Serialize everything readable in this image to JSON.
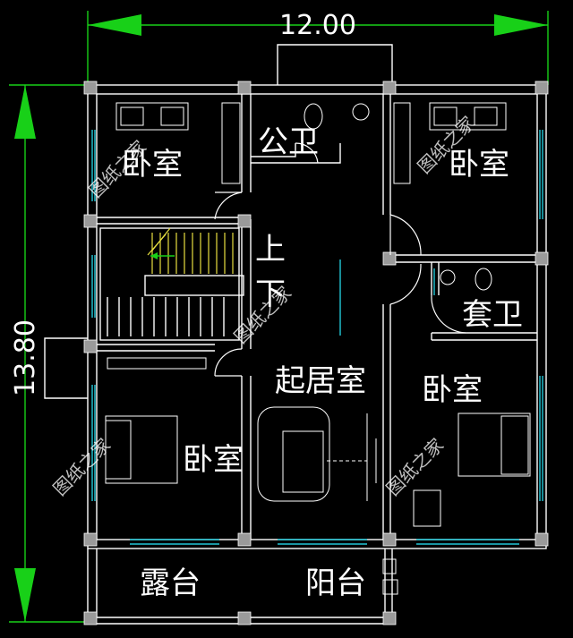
{
  "dimensions": {
    "width_label": "12.00",
    "height_label": "13.80"
  },
  "rooms": {
    "bedroom_top_left": "卧室",
    "public_bath": "公卫",
    "bedroom_top_right": "卧室",
    "stair_up": "上",
    "stair_down": "下",
    "ensuite_bath": "套卫",
    "living_room": "起居室",
    "bedroom_right": "卧室",
    "bedroom_left": "卧室",
    "terrace": "露台",
    "balcony": "阳台"
  },
  "watermark": "图纸之家",
  "colors": {
    "background": "#000000",
    "dimension_lines": "#18d018",
    "windows": "#22c8d8",
    "stairs": "#e8e040",
    "walls": "#ffffff"
  }
}
